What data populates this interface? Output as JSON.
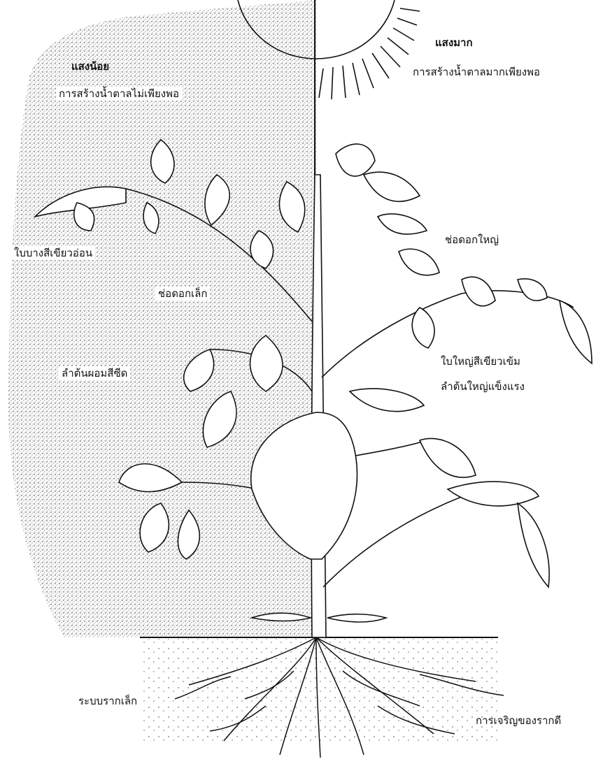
{
  "left_side": {
    "heading": "แสงน้อย",
    "sugar_text": "การสร้างน้ำตาลไม่เพียงพอ",
    "leaf_text": "ใบบางสีเขียวอ่อน",
    "flower_text": "ช่อดอกเล็ก",
    "stem_text": "ลำต้นผอมสีซีด",
    "root_text": "ระบบรากเล็ก"
  },
  "right_side": {
    "heading": "แสงมาก",
    "sugar_text": "การสร้างน้ำตาลมากเพียงพอ",
    "flower_text": "ช่อดอกใหญ่",
    "leaf_text": "ใบใหญ่สีเขียวเข้ม",
    "stem_text": "ลำต้นใหญ่แข็งแรง",
    "root_text": "การเจริญของรากดี"
  },
  "colors": {
    "ink": "#111111",
    "shade": "#8a8a8a",
    "paper": "#ffffff"
  },
  "icons": [
    "sun-icon",
    "plant-illustration",
    "root-system"
  ]
}
